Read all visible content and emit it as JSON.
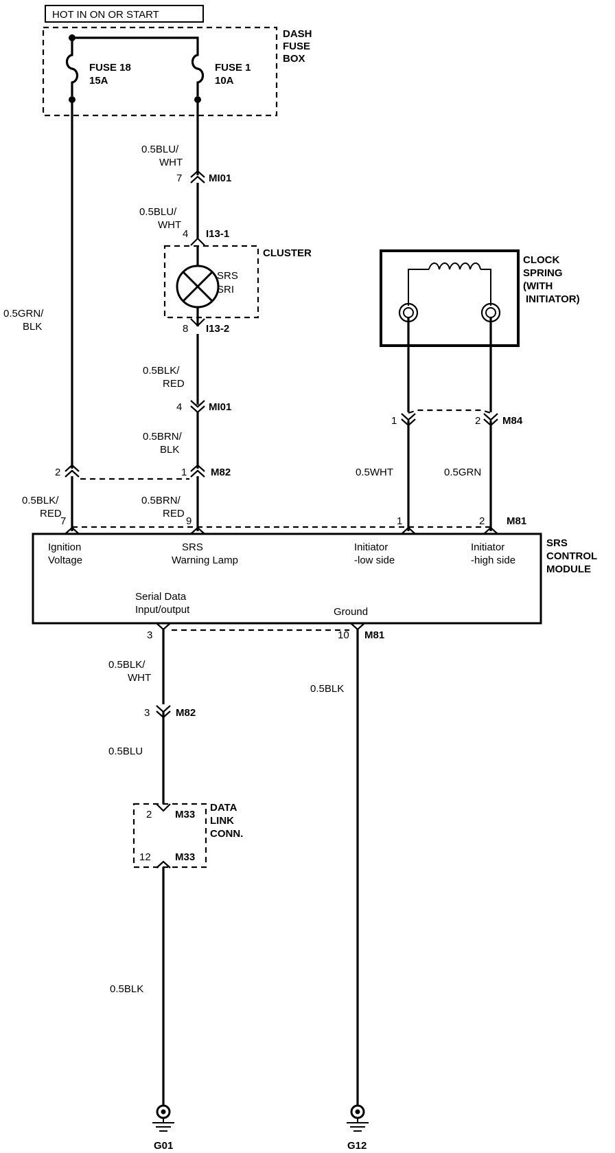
{
  "header": {
    "power_label": "HOT IN ON OR START"
  },
  "fuse_box": {
    "name_lines": [
      "DASH",
      "FUSE",
      "BOX"
    ],
    "fuses": [
      {
        "name": "FUSE 18",
        "rating": "15A"
      },
      {
        "name": "FUSE 1",
        "rating": "10A"
      }
    ]
  },
  "cluster": {
    "name": "CLUSTER",
    "lamp_lines": [
      "SRS",
      "SRI"
    ]
  },
  "clock_spring": {
    "name_lines": [
      "CLOCK",
      "SPRING",
      "(WITH",
      "INITIATOR)"
    ]
  },
  "wires": {
    "fuse18_out": [
      "0.5GRN/",
      "BLK"
    ],
    "fuse1_out": [
      "0.5BLU/",
      "WHT"
    ],
    "mi01_to_cluster": [
      "0.5BLU/",
      "WHT"
    ],
    "cluster_out": [
      "0.5BLK/",
      "RED"
    ],
    "mi01_lower_out": [
      "0.5BRN/",
      "BLK"
    ],
    "m82_pin2_out": [
      "0.5BLK/",
      "RED"
    ],
    "m82_pin1_out": [
      "0.5BRN/",
      "RED"
    ],
    "initiator_low": "0.5WHT",
    "initiator_high": "0.5GRN",
    "serial_out": [
      "0.5BLK/",
      "WHT"
    ],
    "m82_pin3_out": "0.5BLU",
    "ground_out": "0.5BLK",
    "dlc_ground": "0.5BLK"
  },
  "connectors": {
    "mi01_upper": {
      "pin": "7",
      "name": "MI01"
    },
    "i13_1": {
      "pin": "4",
      "name": "I13-1"
    },
    "i13_2": {
      "pin": "8",
      "name": "I13-2"
    },
    "mi01_lower": {
      "pin": "4",
      "name": "MI01"
    },
    "m82_pin2": {
      "pin": "2"
    },
    "m82_pin1": {
      "pin": "1",
      "name": "M82"
    },
    "m84_pin1": {
      "pin": "1"
    },
    "m84_pin2": {
      "pin": "2",
      "name": "M84"
    },
    "m81_pin7": {
      "pin": "7"
    },
    "m81_pin9": {
      "pin": "9"
    },
    "m81_pin1": {
      "pin": "1"
    },
    "m81_pin2": {
      "pin": "2",
      "name": "M81"
    },
    "m81_pin3": {
      "pin": "3"
    },
    "m81_pin10": {
      "pin": "10",
      "name": "M81"
    },
    "m82_pin3": {
      "pin": "3",
      "name": "M82"
    }
  },
  "module": {
    "name_lines": [
      "SRS",
      "CONTROL",
      "MODULE"
    ],
    "terminals": [
      {
        "lines": [
          "Ignition",
          "Voltage"
        ]
      },
      {
        "lines": [
          "SRS",
          "Warning Lamp"
        ]
      },
      {
        "lines": [
          "Initiator",
          "-low side"
        ]
      },
      {
        "lines": [
          "Initiator",
          "-high side"
        ]
      },
      {
        "lines": [
          "Serial Data",
          "Input/output"
        ]
      },
      {
        "lines": [
          "Ground"
        ]
      }
    ]
  },
  "dlc": {
    "name_lines": [
      "DATA",
      "LINK",
      "CONN."
    ],
    "pin_top": {
      "pin": "2",
      "name": "M33"
    },
    "pin_bottom": {
      "pin": "12",
      "name": "M33"
    }
  },
  "grounds": [
    {
      "name": "G01"
    },
    {
      "name": "G12"
    }
  ]
}
